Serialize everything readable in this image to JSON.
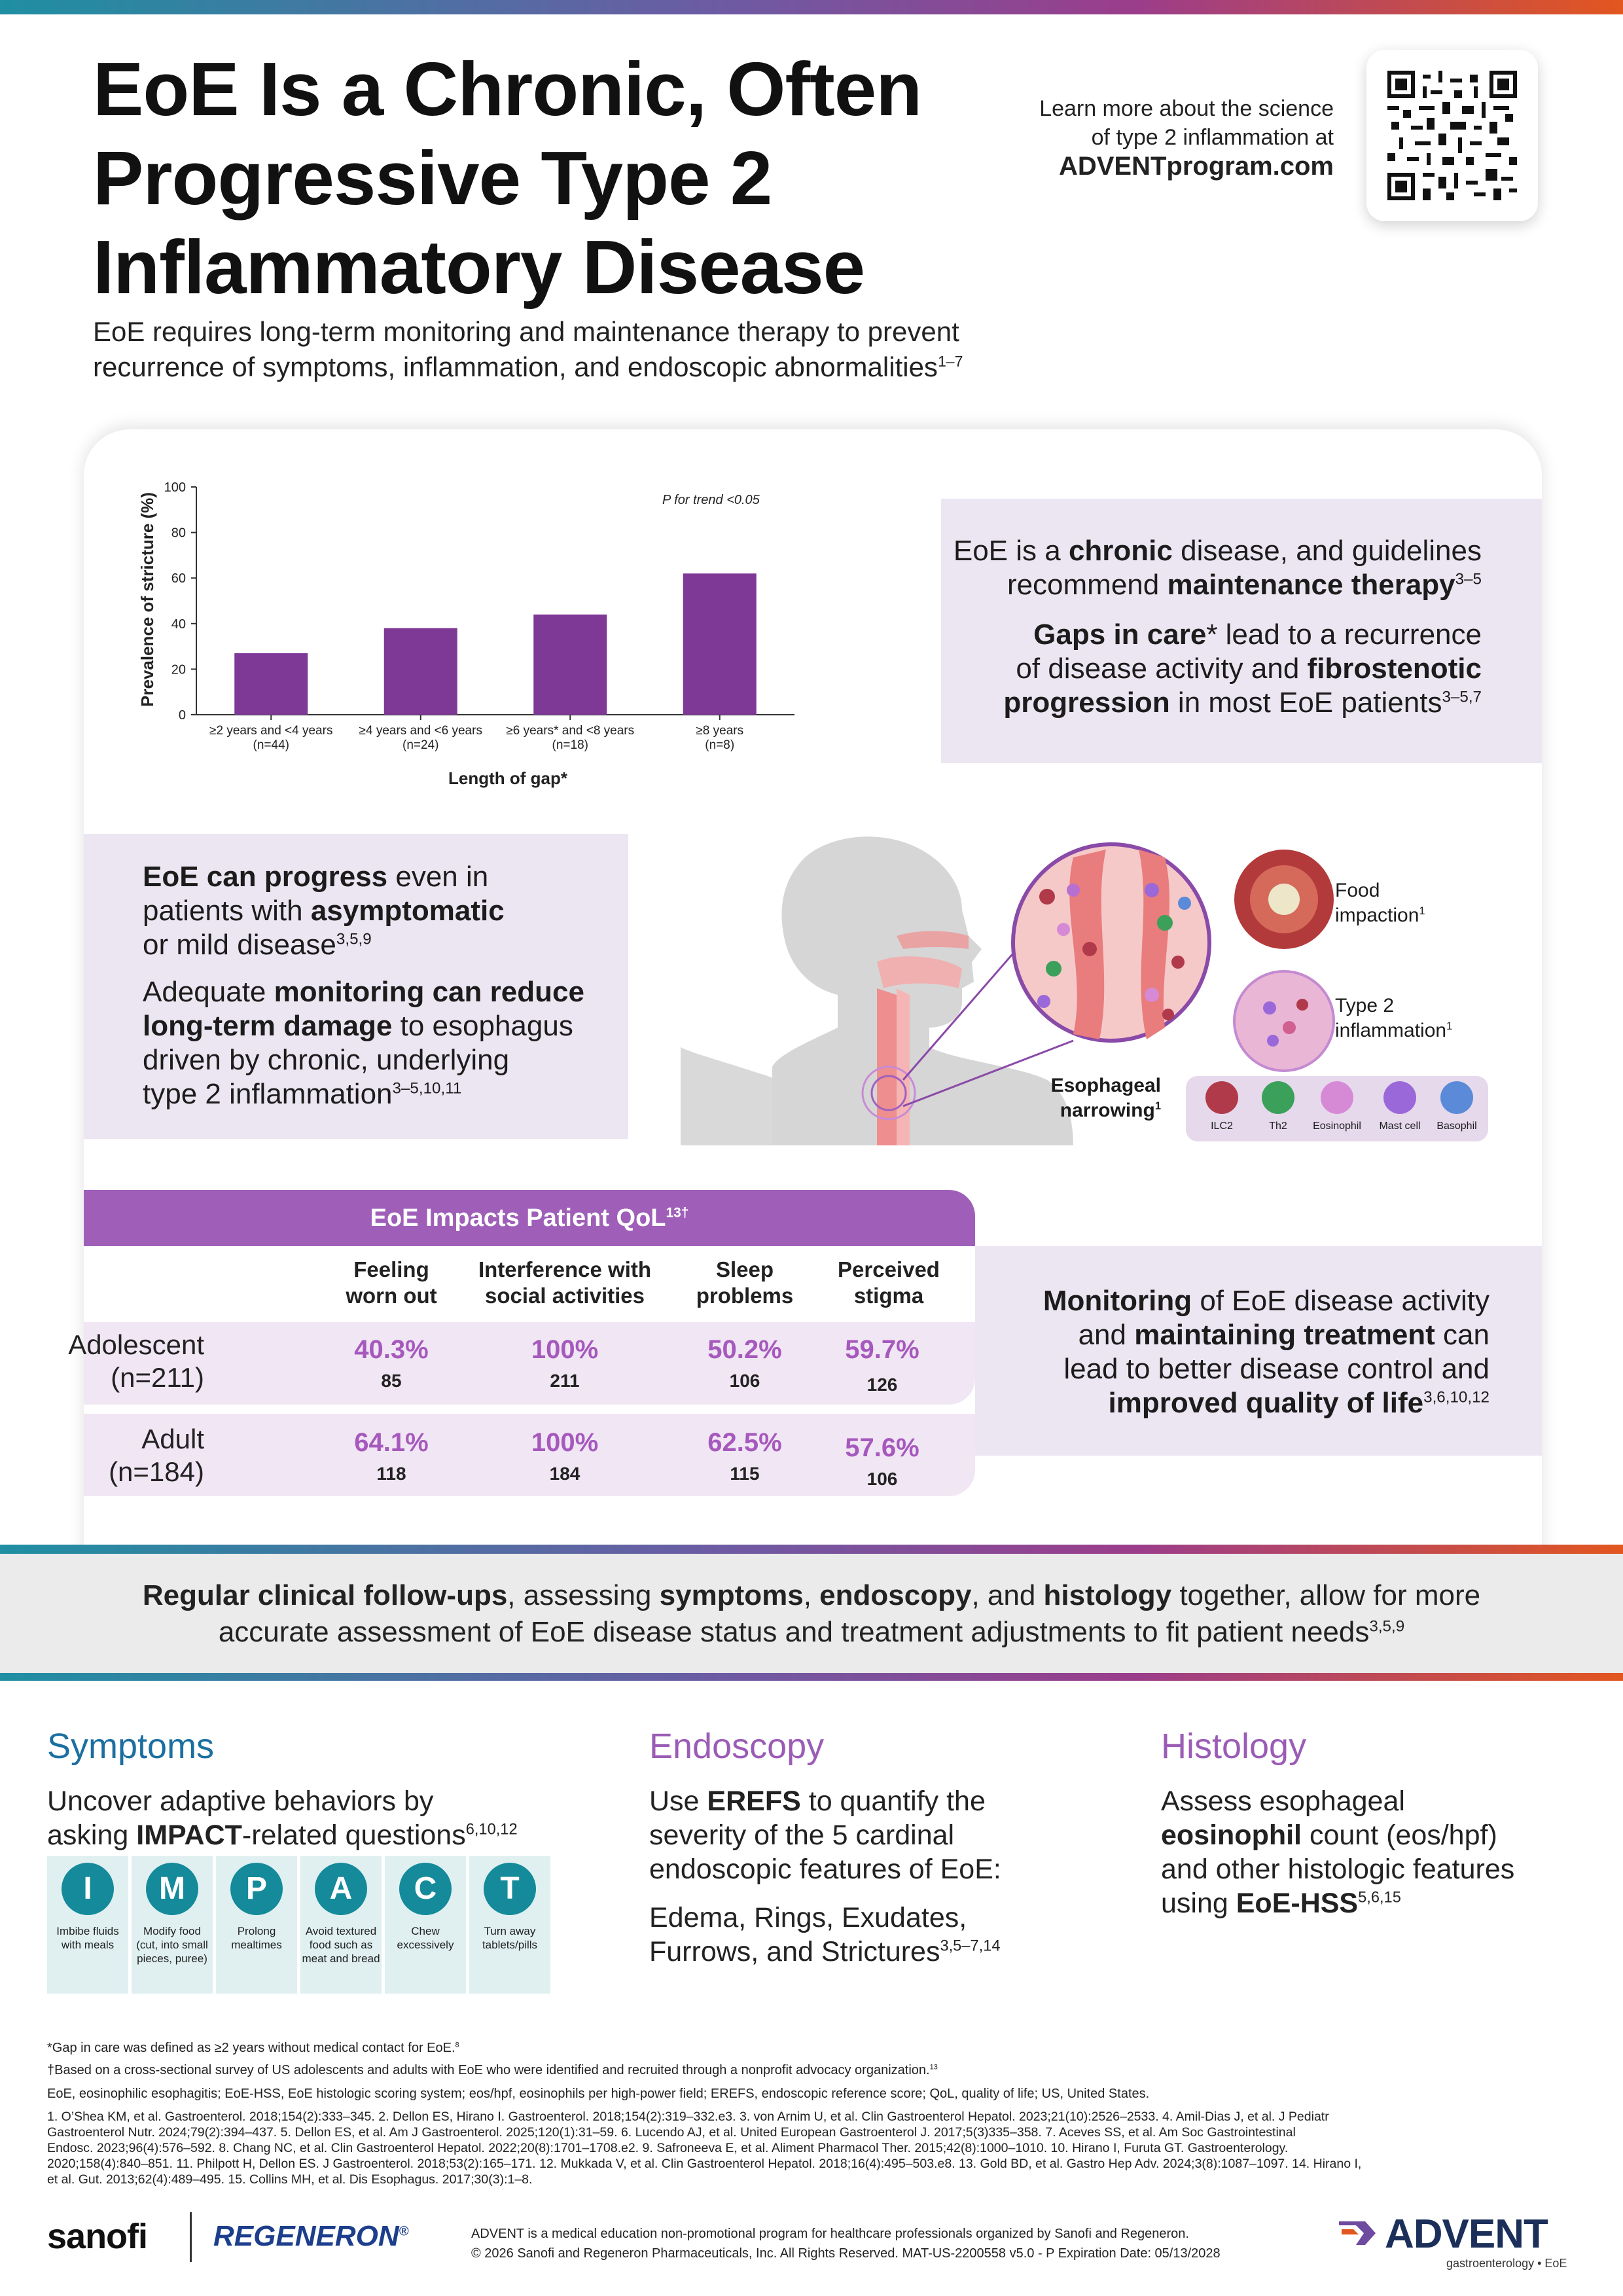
{
  "header": {
    "title_lines": [
      "EoE Is a Chronic, Often",
      "Progressive Type 2",
      "Inflammatory Disease"
    ],
    "learn_line1": "Learn more about the science",
    "learn_line2": "of type 2 inflammation at",
    "learn_link": "ADVENTprogram.com",
    "subtitle_line1": "EoE requires long-term monitoring and maintenance therapy to prevent",
    "subtitle_line2": "recurrence of symptoms, inflammation, and endoscopic abnormalities",
    "subtitle_sup": "1–7"
  },
  "chart_data": {
    "type": "bar",
    "categories": [
      "≥2 years and <4 years\n(n=44)",
      "≥4 years and <6 years\n(n=24)",
      "≥6 years* and <8 years\n(n=18)",
      "≥8 years\n(n=8)"
    ],
    "category_lines": [
      [
        "≥2 years and <4 years",
        "(n=44)"
      ],
      [
        "≥4 years and <6 years",
        "(n=24)"
      ],
      [
        "≥6 years* and <8 years",
        "(n=18)"
      ],
      [
        "≥8 years",
        "(n=8)"
      ]
    ],
    "values": [
      27,
      38,
      44,
      62
    ],
    "xlabel": "Length of gap*",
    "ylabel": "Prevalence of stricture (%)",
    "ylim": [
      0,
      100
    ],
    "yticks": [
      0,
      20,
      40,
      60,
      80,
      100
    ],
    "annotation": "P for trend <0.05",
    "bar_color": "#7e3896",
    "grid": false
  },
  "panel1": {
    "line1a": "EoE is a ",
    "line1b": "chronic",
    "line1c": " disease, and guidelines",
    "line2a": "recommend ",
    "line2b": "maintenance therapy",
    "line2sup": "3–5",
    "line3a": "Gaps in care",
    "line3b": "* lead to a recurrence",
    "line4a": "of disease activity and ",
    "line4b": "fibrostenotic",
    "line5a": "progression",
    "line5b": " in most EoE patients",
    "line5sup": "3–5,7"
  },
  "panel2": {
    "l1a": "EoE can progress",
    "l1b": " even in",
    "l2a": "patients with ",
    "l2b": "asymptomatic",
    "l3": "or mild disease",
    "l3sup": "3,5,9",
    "l4a": "Adequate ",
    "l4b": "monitoring can reduce",
    "l5a": "long-term damage",
    "l5b": " to esophagus",
    "l6": "driven by chronic, underlying",
    "l7": "type 2 inflammation",
    "l7sup": "3–5,10,11"
  },
  "illustration": {
    "food_label1": "Food",
    "food_label2": "impaction",
    "food_sup": "1",
    "t2_label1": "Type 2",
    "t2_label2": "inflammation",
    "t2_sup": "1",
    "narrow_label1": "Esophageal",
    "narrow_label2": "narrowing",
    "narrow_sup": "1",
    "cells": [
      "ILC2",
      "Th2",
      "Eosinophil",
      "Mast cell",
      "Basophil"
    ]
  },
  "qol": {
    "title": "EoE Impacts Patient QoL",
    "title_sup": "13†",
    "columns": [
      [
        "Feeling",
        "worn out"
      ],
      [
        "Interference with",
        "social activities"
      ],
      [
        "Sleep",
        "problems"
      ],
      [
        "Perceived",
        "stigma"
      ]
    ],
    "rows": [
      {
        "label1": "Adolescent",
        "label2": "(n=211)",
        "pcts": [
          "40.3%",
          "100%",
          "50.2%",
          "59.7%"
        ],
        "nums": [
          "85",
          "211",
          "106",
          "126"
        ]
      },
      {
        "label1": "Adult",
        "label2": "(n=184)",
        "pcts": [
          "64.1%",
          "100%",
          "62.5%",
          "57.6%"
        ],
        "nums": [
          "118",
          "184",
          "115",
          "106"
        ]
      }
    ]
  },
  "panel3": {
    "l1a": "Monitoring",
    "l1b": " of EoE disease activity",
    "l2a": "and ",
    "l2b": "maintaining treatment",
    "l2c": " can",
    "l3": "lead to better disease control and",
    "l4": "improved quality of life",
    "l4sup": "3,6,10,12"
  },
  "band": {
    "a": "Regular clinical follow-ups",
    "b": ", assessing ",
    "c": "symptoms",
    "d": ", ",
    "e": "endoscopy",
    "f": ", and ",
    "g": "histology",
    "h": " together, allow for more",
    "line2": "accurate assessment of EoE disease status and treatment adjustments to fit patient needs",
    "sup": "3,5,9"
  },
  "symptoms": {
    "heading": "Symptoms",
    "color": "#1b6fa0",
    "l1": "Uncover adaptive behaviors by",
    "l2a": "asking ",
    "l2b": "IMPACT",
    "l2c": "-related questions",
    "l2sup": "6,10,12",
    "impact": [
      {
        "letter": "I",
        "text": "Imbibe fluids with meals"
      },
      {
        "letter": "M",
        "text": "Modify food (cut, into small pieces, puree)"
      },
      {
        "letter": "P",
        "text": "Prolong mealtimes"
      },
      {
        "letter": "A",
        "text": "Avoid textured food such as meat and bread"
      },
      {
        "letter": "C",
        "text": "Chew excessively"
      },
      {
        "letter": "T",
        "text": "Turn away tablets/pills"
      }
    ]
  },
  "endoscopy": {
    "heading": "Endoscopy",
    "color": "#9b5cb6",
    "l1a": "Use ",
    "l1b": "EREFS",
    "l1c": " to quantify the",
    "l2": "severity of the 5 cardinal",
    "l3": "endoscopic features of EoE:",
    "l4": "Edema, Rings, Exudates,",
    "l5": "Furrows, and Strictures",
    "l5sup": "3,5–7,14"
  },
  "histology": {
    "heading": "Histology",
    "color": "#9b5cb6",
    "l1": "Assess esophageal",
    "l2a": "eosinophil",
    "l2b": " count (eos/hpf)",
    "l3": "and other histologic features",
    "l4a": "using ",
    "l4b": "EoE-HSS",
    "l4sup": "5,6,15"
  },
  "footnotes": {
    "f1": "*Gap in care was defined as ≥2 years without medical contact for EoE.",
    "f1sup": "8",
    "f2": "†Based on a cross-sectional survey of US adolescents and adults with EoE who were identified and recruited through a nonprofit advocacy organization.",
    "f2sup": "13",
    "f3": "EoE, eosinophilic esophagitis; EoE-HSS, EoE histologic scoring system; eos/hpf, eosinophils per high-power field; EREFS, endoscopic reference score; QoL, quality of life; US, United States.",
    "refs": [
      "1. O’Shea KM, et al. Gastroenterol. 2018;154(2):333–345. 2. Dellon ES, Hirano I. Gastroenterol. 2018;154(2):319–332.e3. 3. von Arnim U, et al. Clin Gastroenterol Hepatol. 2023;21(10):2526–2533. 4. Amil-Dias J, et al. J Pediatr",
      "Gastroenterol Nutr. 2024;79(2):394–437. 5. Dellon ES, et al. Am J Gastroenterol. 2025;120(1):31–59. 6. Lucendo AJ, et al. United European Gastroenterol J. 2017;5(3)335–358. 7. Aceves SS, et al. Am Soc Gastrointestinal",
      "Endosc. 2023;96(4):576–592. 8. Chang NC, et al. Clin Gastroenterol Hepatol. 2022;20(8):1701–1708.e2. 9. Safroneeva E, et al. Aliment Pharmacol Ther. 2015;42(8):1000–1010. 10. Hirano I, Furuta GT. Gastroenterology.",
      "2020;158(4):840–851. 11. Philpott H, Dellon ES. J Gastroenterol. 2018;53(2):165–171. 12. Mukkada V, et al. Clin Gastroenterol Hepatol. 2018;16(4):495–503.e8. 13. Gold BD, et al. Gastro Hep Adv. 2024;3(8):1087–1097. 14. Hirano I,",
      "et al. Gut. 2013;62(4):489–495. 15. Collins MH, et al. Dis Esophagus. 2017;30(3):1–8."
    ]
  },
  "footer": {
    "sanofi": "sanofi",
    "regeneron": "REGENERON",
    "regeneron_mark": "®",
    "legal1": "ADVENT is a medical education non-promotional program for healthcare professionals organized by Sanofi and Regeneron.",
    "legal2": "© 2026 Sanofi and Regeneron Pharmaceuticals, Inc. All Rights Reserved. MAT-US-2200558 v5.0 - P Expiration Date: 05/13/2028",
    "advent": "ADVENT",
    "advent_sub": "gastroenterology • EoE"
  }
}
